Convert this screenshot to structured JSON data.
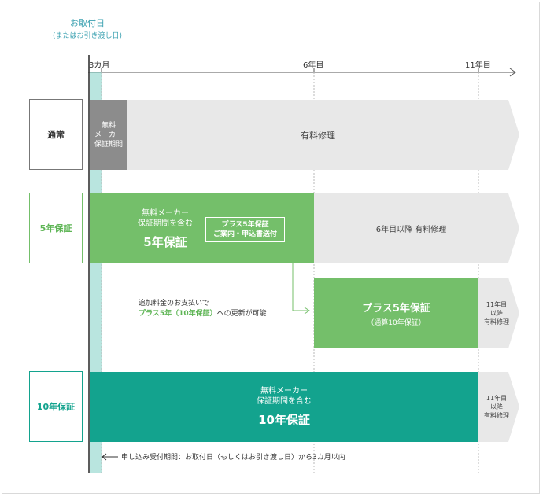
{
  "header": {
    "start_label": "お取付日",
    "start_sub": "(またはお引き渡し日)"
  },
  "axis": {
    "tick_3m": "3カ月",
    "tick_6y": "6年目",
    "tick_11y": "11年目"
  },
  "rows": {
    "normal": {
      "label": "通常",
      "free_warranty": [
        "無料",
        "メーカー",
        "保証期間"
      ],
      "paid_repair": "有料修理"
    },
    "five_year": {
      "label": "5年保証",
      "main_lines": [
        "無料メーカー",
        "保証期間を含む"
      ],
      "main_big": "5年保証",
      "notice_box": [
        "プラス5年保証",
        "ご案内・申込書送付"
      ],
      "after": "6年目以降  有料修理"
    },
    "plus_five": {
      "note_line1": "追加料金のお支払いで",
      "note_green": "プラス5年（10年保証）",
      "note_line2": "への更新が可能",
      "box_title": "プラス5年保証",
      "box_sub": "（通算10年保証）",
      "after": [
        "11年目",
        "以降",
        "有料修理"
      ]
    },
    "ten_year": {
      "label": "10年保証",
      "main_lines": [
        "無料メーカー",
        "保証期間を含む"
      ],
      "main_big": "10年保証",
      "after": [
        "11年目",
        "以降",
        "有料修理"
      ]
    }
  },
  "footer": {
    "note": "申し込み受付期間：お取付日（もしくはお引き渡し日）から3カ月以内"
  },
  "colors": {
    "teal": "#13a38e",
    "green": "#74bf6a",
    "green_light": "#8dcb7f",
    "gray_dark": "#8c8c8c",
    "gray_light": "#e6e6e6",
    "green_border": "#74bf6a",
    "teal_border": "#13a38e",
    "text_green": "#5eb555"
  }
}
